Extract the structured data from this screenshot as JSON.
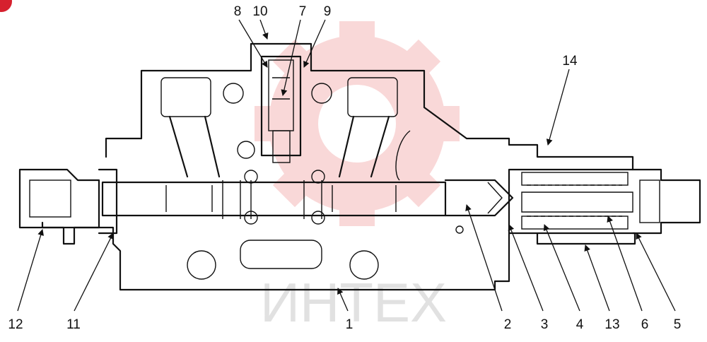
{
  "watermark": {
    "text": "ИНТЕХ",
    "gear_color": "#f4b3b3"
  },
  "corner_badge_color": "#d6202e",
  "callouts": [
    {
      "id": "1",
      "text": "1"
    },
    {
      "id": "2",
      "text": "2"
    },
    {
      "id": "3",
      "text": "3"
    },
    {
      "id": "4",
      "text": "4"
    },
    {
      "id": "5",
      "text": "5"
    },
    {
      "id": "6",
      "text": "6"
    },
    {
      "id": "7",
      "text": "7"
    },
    {
      "id": "8",
      "text": "8"
    },
    {
      "id": "9",
      "text": "9"
    },
    {
      "id": "10",
      "text": "10"
    },
    {
      "id": "11",
      "text": "11"
    },
    {
      "id": "12",
      "text": "12"
    },
    {
      "id": "13",
      "text": "13"
    },
    {
      "id": "14",
      "text": "14"
    }
  ]
}
